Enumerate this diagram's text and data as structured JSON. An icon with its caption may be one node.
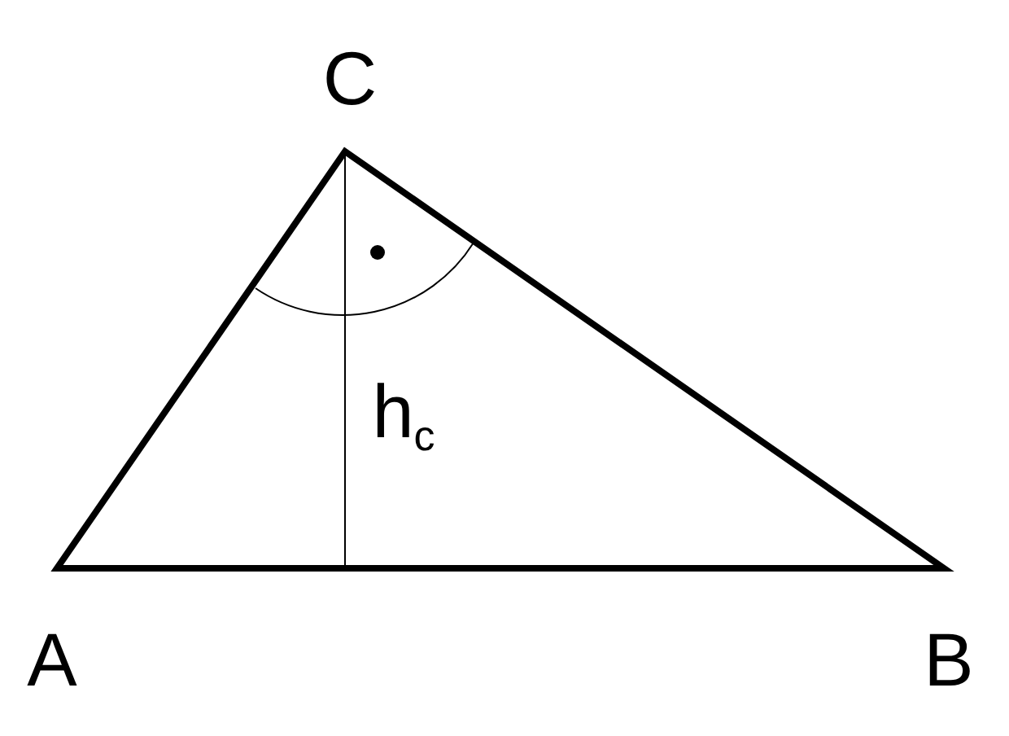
{
  "diagram": {
    "labels": [
      "C",
      "h$_{c}$",
      "A",
      "B"
    ]
  }
}
